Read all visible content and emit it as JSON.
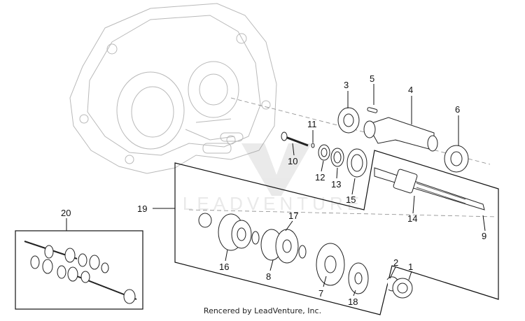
{
  "diagram": {
    "callouts": [
      "1",
      "2",
      "3",
      "4",
      "5",
      "6",
      "7",
      "8",
      "9",
      "10",
      "11",
      "12",
      "13",
      "14",
      "15",
      "16",
      "17",
      "18",
      "19",
      "20"
    ],
    "watermark": "LEADVENTURE",
    "footer": "Rencered by LeadVenture, Inc."
  }
}
